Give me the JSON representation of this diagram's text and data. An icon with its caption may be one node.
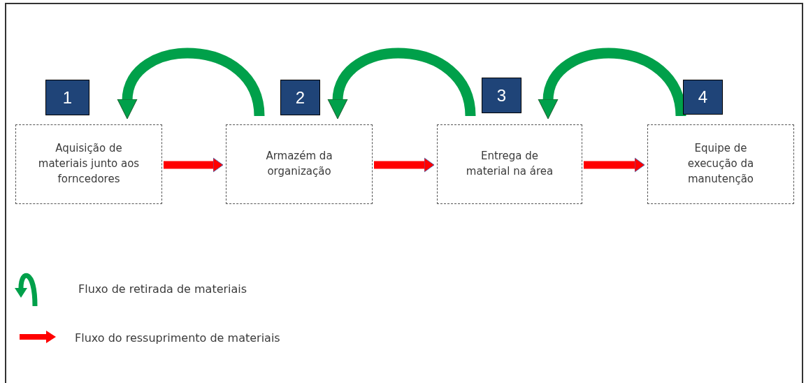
{
  "diagram": {
    "nodes": [
      {
        "text": [
          "Aquisição de materiais junto aos forncedores"
        ]
      },
      {
        "text": [
          "Armazém da organização"
        ]
      },
      {
        "text": [
          "Entrega de material na área"
        ]
      },
      {
        "text": [
          "Equipe de execução da manutenção"
        ]
      },
      {
        "text": [
          "1"
        ]
      },
      {
        "text": [
          "2"
        ]
      },
      {
        "text": [
          "3"
        ]
      },
      {
        "text": [
          "4"
        ]
      }
    ],
    "edges": [
      {
        "from": 0,
        "to": 1,
        "arrow": "to",
        "color": "#ff0000"
      },
      {
        "from": 1,
        "to": 2,
        "arrow": "to",
        "color": "#ff0000"
      },
      {
        "from": 2,
        "to": 3,
        "arrow": "to",
        "color": "#ff0000"
      },
      {
        "from": 1,
        "to": 0,
        "arrow": "to",
        "color": "#00a04a"
      },
      {
        "from": 2,
        "to": 1,
        "arrow": "to",
        "color": "#00a04a"
      },
      {
        "from": 3,
        "to": 2,
        "arrow": "to",
        "color": "#00a04a"
      }
    ],
    "legend": [
      {
        "text": "Fluxo de retirada de materiais"
      },
      {
        "text": "Fluxo do ressuprimento de materiais"
      }
    ]
  }
}
